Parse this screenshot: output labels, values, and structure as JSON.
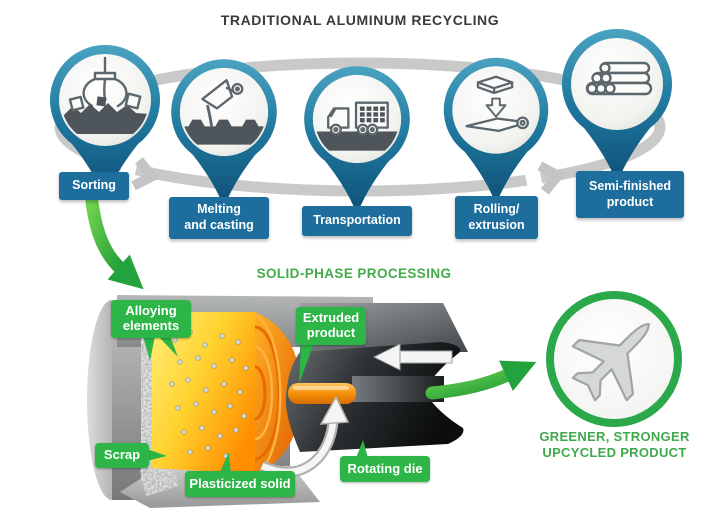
{
  "colors": {
    "pin_teal": "#2b86ab",
    "pin_teal_dark": "#0f5379",
    "step_label_blue": "#1d6e9d",
    "process_green": "#2db548",
    "green_text": "#43ab4a",
    "title_gray": "#3b3b3b",
    "billet_yellow": "#ffe45c",
    "billet_orange": "#ff8e00",
    "machine_gray": "#9a9a9a",
    "swoosh_gray": "#c9c9c9"
  },
  "top_section": {
    "title": "TRADITIONAL ALUMINUM RECYCLING",
    "steps": [
      {
        "label": "Sorting",
        "icon": "grabber-claw-icon"
      },
      {
        "label": "Melting\nand casting",
        "icon": "ladle-pouring-icon"
      },
      {
        "label": "Transportation",
        "icon": "truck-icon"
      },
      {
        "label": "Rolling/\nextrusion",
        "icon": "ingot-to-sheet-icon"
      },
      {
        "label": "Semi-finished\nproduct",
        "icon": "rod-stack-icon"
      }
    ]
  },
  "bottom_section": {
    "title": "SOLID-PHASE PROCESSING",
    "machine_labels": [
      {
        "label": "Alloying\nelements"
      },
      {
        "label": "Extruded\nproduct"
      },
      {
        "label": "Scrap"
      },
      {
        "label": "Plasticized solid"
      },
      {
        "label": "Rotating die"
      }
    ],
    "outcome": {
      "label": "GREENER, STRONGER\nUPCYCLED PRODUCT",
      "icon": "airplane-icon"
    }
  }
}
